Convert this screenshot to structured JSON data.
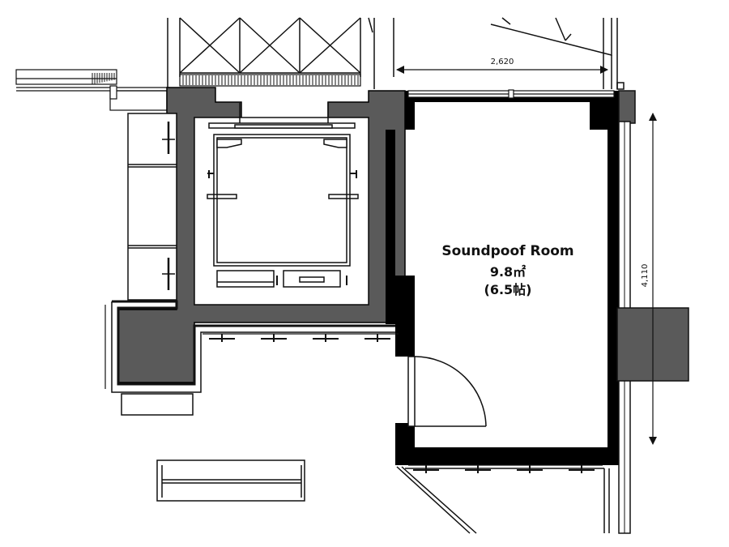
{
  "room": {
    "name": "Soundpoof Room",
    "area": "9.8㎡",
    "tatami": "(6.5帖)"
  },
  "dimensions": {
    "width": "2,620",
    "depth": "4,110"
  },
  "colors": {
    "wall_dark": "#5a5a5a",
    "wall_black": "#000000",
    "line": "#111111",
    "background": "#ffffff"
  }
}
